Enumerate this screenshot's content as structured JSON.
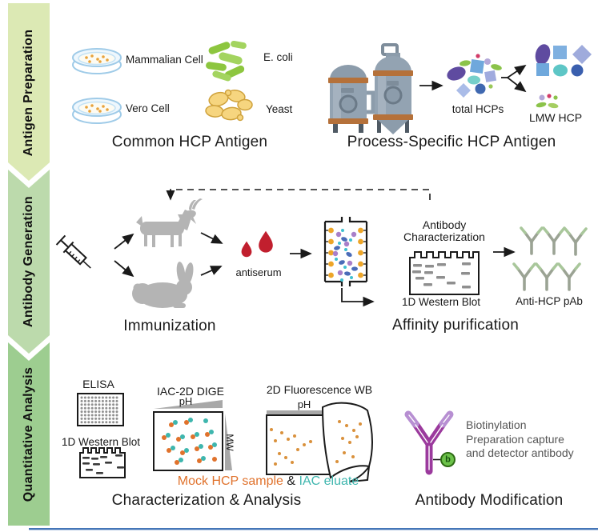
{
  "figure": {
    "sidebar": {
      "bands": [
        {
          "label": "Antigen Preparation",
          "color": "#dce9b4"
        },
        {
          "label": "Antibody Generation",
          "color": "#bcdaac"
        },
        {
          "label": "Quantitative Analysis",
          "color": "#9dcd90"
        }
      ]
    },
    "antigen": {
      "mammalian_label": "Mammalian Cell",
      "ecoli_label": "E. coli",
      "vero_label": "Vero Cell",
      "yeast_label": "Yeast",
      "common_caption": "Common HCP Antigen",
      "total_hcps_label": "total HCPs",
      "lmw_label": "LMW HCP",
      "process_caption": "Process-Specific HCP Antigen"
    },
    "antibody": {
      "antiserum_label": "antiserum",
      "immunization_caption": "Immunization",
      "char_line1": "Antibody",
      "char_line2": "Characterization",
      "western_blot_label": "1D Western Blot",
      "pab_label": "Anti-HCP pAb",
      "affinity_caption": "Affinity purification"
    },
    "analysis": {
      "elisa_label": "ELISA",
      "western_blot_label": "1D Western Blot",
      "dige_label": "IAC-2D DIGE",
      "ph_label": "pH",
      "mw_label": "MW",
      "wb2d_label": "2D Fluorescence WB",
      "ph2_label": "pH",
      "legend_mock": "Mock HCP sample",
      "legend_amp": " & ",
      "legend_iac": "IAC eluate",
      "characterization_caption": "Characterization & Analysis",
      "biotin_line1": "Biotinylation",
      "biotin_line2": "Preparation capture",
      "biotin_line3": "and detector antibody",
      "biotin_b": "b",
      "modification_caption": "Antibody Modification"
    },
    "colors": {
      "band1": "#dce9b4",
      "band2": "#bcdaac",
      "band3": "#9dcd90",
      "mock_orange": "#e0722c",
      "iac_teal": "#3eb6ae",
      "blood_red": "#c11f2e",
      "purple_antibody": "#9b3a9d",
      "biotin_green": "#6cc24a",
      "bottom_line_blue": "#4576b8",
      "silhouette_gray": "#b4b4b4",
      "steel_gray": "#93a3b2",
      "copper": "#b5713a"
    }
  }
}
